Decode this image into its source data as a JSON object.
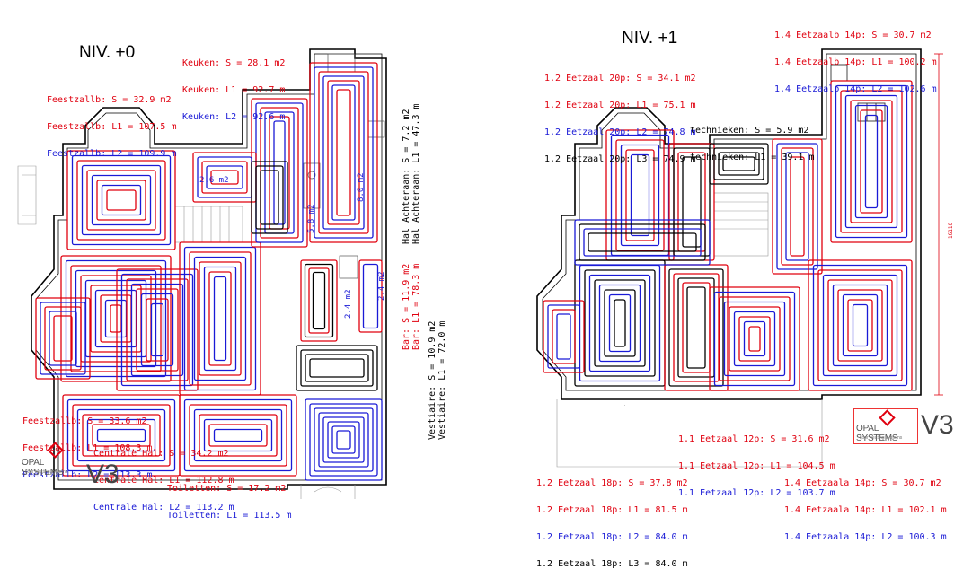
{
  "levels": {
    "ground": "NIV. +0",
    "first": "NIV. +1"
  },
  "ground_labels": {
    "keuken": [
      "Keuken: S = 28.1 m2",
      "Keuken: L1 = 92.7 m",
      "Keuken: L2 = 92.6 m"
    ],
    "feestzallb_top": [
      "Feestzallb: S = 32.9 m2",
      "Feestzallb: L1 = 107.5 m",
      "Feestzallb: L2 = 109.9 m"
    ],
    "feestzallb_bottom": [
      "Feestzallb: S = 33.6 m2",
      "Feestzallb: L1 = 108.3 m",
      "Feestzallb: L2 = 113.3 m"
    ],
    "centrale_hal": [
      "Centrale Hal: S = 34.2 m2",
      "Centrale Hal: L1 = 112.8 m",
      "Centrale Hal: L2 = 113.2 m"
    ],
    "toiletten": [
      "Toiletten: S = 17.2 m2",
      "Toiletten: L1 = 113.5 m"
    ],
    "hal_achteraan": [
      "Hal Achteraan: S = 7.2 m2",
      "Hal Achteraan: L1 = 47.3 m"
    ],
    "bar": [
      "Bar: S = 11.9 m2",
      "Bar: L1 = 78.3 m"
    ],
    "vestiaire": [
      "Vestiaire: S = 10.9 m2",
      "Vestiaire: L1 = 72.0 m"
    ],
    "area_tags": [
      "2.6 m2",
      "8.0 m2",
      "5.8 m2",
      "2.4 m2",
      "2.4 m2"
    ]
  },
  "first_labels": {
    "eetzaal_20p": [
      "1.2 Eetzaal 20p: S = 34.1 m2",
      "1.2 Eetzaal 20p: L1 = 75.1 m",
      "1.2 Eetzaal 20p: L2 = 74.8 m",
      "1.2 Eetzaal 20p: L3 = 74.9 m"
    ],
    "eetzaalb_14p": [
      "1.4 Eetzaalb 14p: S = 30.7 m2",
      "1.4 Eetzaalb 14p: L1 = 100.2 m",
      "1.4 Eetzaalb 14p: L2 = 102.6 m"
    ],
    "technieken": [
      "technieken: S = 5.9 m2",
      "technieken: L1 = 39.1 m"
    ],
    "eetzaal_12p": [
      "1.1 Eetzaal 12p: S = 31.6 m2",
      "1.1 Eetzaal 12p: L1 = 104.5 m",
      "1.1 Eetzaal 12p: L2 = 103.7 m"
    ],
    "eetzaal_18p": [
      "1.2 Eetzaal 18p: S = 37.8 m2",
      "1.2 Eetzaal 18p: L1 = 81.5 m",
      "1.2 Eetzaal 18p: L2 = 84.0 m",
      "1.2 Eetzaal 18p: L3 = 84.0 m"
    ],
    "eetzaala_14p": [
      "1.4 Eetzaala 14p: S = 30.7 m2",
      "1.4 Eetzaala 14p: L1 = 102.1 m",
      "1.4 Eetzaala 14p: L2 = 100.3 m"
    ],
    "dimension": "16110"
  },
  "branding": {
    "company": "OPAL SYSTEMS",
    "tagline": "floor heating systems",
    "version": "V3"
  },
  "colors": {
    "supply": "#e0000f",
    "return": "#1a1ad6",
    "wall": "#000000"
  }
}
